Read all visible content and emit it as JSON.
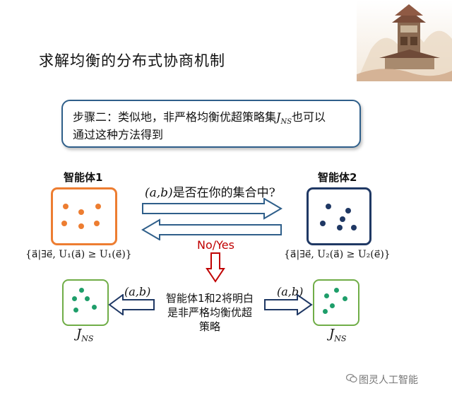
{
  "slide": {
    "title": "求解均衡的分布式协商机制"
  },
  "step_box": {
    "line1_text": "步骤二：类似地，非严格均衡优超策略集",
    "line1_symbol": "J",
    "line1_subscript": "NS",
    "line1_suffix": "也可以",
    "line2_text": "通过这种方法得到"
  },
  "agents": {
    "agent1_label": "智能体1",
    "agent2_label": "智能体2"
  },
  "exchange": {
    "question_pair": "(a,b)",
    "question_text": "是否在你的集合中?",
    "reply_label": "No/Yes"
  },
  "sets": {
    "left_expr": "{a⃗|∃e⃗, U₁(a⃗) ≥ U₁(e⃗)}",
    "right_expr": "{a⃗|∃e⃗, U₂(a⃗) ≥ U₂(e⃗)}"
  },
  "result": {
    "left_pair": "(a,b)",
    "right_pair": "(a,b)",
    "center_text_line1": "智能体1和2将明白",
    "center_text_line2": "是非严格均衡优超",
    "center_text_line3": "策略",
    "jns_symbol": "J",
    "jns_subscript": "NS"
  },
  "watermark": {
    "text": "图灵人工智能"
  },
  "colors": {
    "agent1": "#ed7d31",
    "agent2": "#1f3864",
    "result_set": "#70ad47",
    "dots_green": "#1e9e6a",
    "arrow_blue": "#2f5f8a",
    "reply_red": "#c00000"
  }
}
